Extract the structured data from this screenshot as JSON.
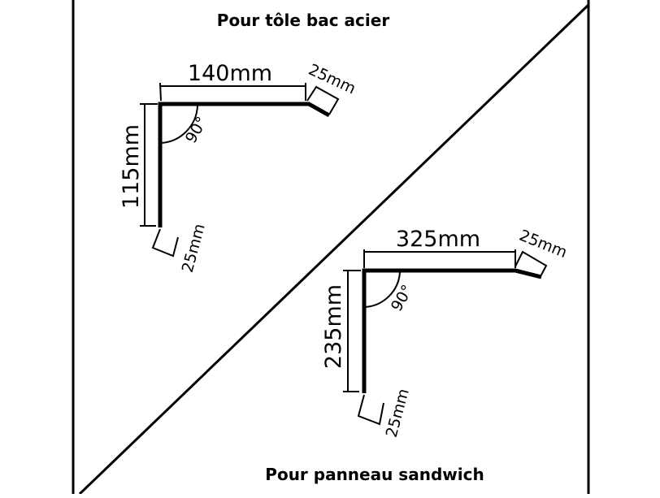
{
  "diagram": {
    "top_caption": "Pour tôle bac acier",
    "bottom_caption": "Pour panneau sandwich",
    "profile_steel": {
      "width": "140mm",
      "height": "115mm",
      "angle": "90°",
      "hem_top": "25mm",
      "hem_bottom": "25mm"
    },
    "profile_sandwich": {
      "width": "325mm",
      "height": "235mm",
      "angle": "90°",
      "hem_top": "25mm",
      "hem_bottom": "25mm"
    }
  }
}
